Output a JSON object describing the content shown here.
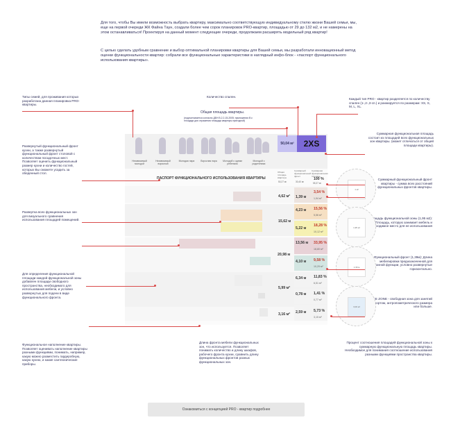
{
  "intro": {
    "p1": "Для того, чтобы Вы имели возможность выбрать квартиру, максимально соответствующую индивидуальному стилю жизни Вашей семьи, мы, еще на первой очереди ЖК Файна Таун, создали более чем сорок планировок PRO-квартир, площадью от 29 до 132 м2, и не намерены на этом останавливаться! Проектируя на данный момент следующие очереди, продолжаем расширять модельный ряд квартир!",
    "p2": "С целью сделать удобным сравнение и выбор оптимальной планировки квартиры для Вашей семьи, мы разработали инновационный метод оценки функциональности квартир: собрали все функциональные характеристики в наглядный инфо-блок - «паспорт функционального использования квартиры»."
  },
  "left_notes": [
    "Типы семей, для проживания которых разработана данная планировка PRO-квартиры.",
    "Развернутый функциональный фронт кухни, а также развернутый функциональный фронт столовой с количеством посадочных мест. Позволяет оценить функциональный размер кухни и количество гостей, которых Вы сможете усадить за обеденный стол.",
    "Развертка всех функциональных зон для визуального сравнения использования площадей помещений.",
    "Для определения функциональной площади каждой функциональной зоны добавлен площади свободного пространства, необходимого для использования мебели, и условно развернутых для подачи в виде функционального фронта.",
    "Функциональное наполнение квартиры. Позволяет оценивать наполнение квартиры разными функциями, понимать, например, какую можно разместить гардеробную, какую кухню, и какие сантехнические приборы."
  ],
  "top_notes": {
    "rooms": "Количество спален.",
    "total_area": "Общая площадь квартиры.",
    "total_area_sub": "(подсчитывается согласно ДБН В.2.2-15-2005; приложения В к площади для отражения площади квартиры пригодной)",
    "type": "Каждый тип PRO - квартир разделяется по количеству спален (1-,2-,3-сп.) и ранжируется по размерам: XS, S, M, L, XL.",
    "sum_area": "Суммарная функциональная площадь состоит из площадей всех функциональных зон квартиры. (может отличаться от общей площади квартиры)."
  },
  "right_notes": [
    "Суммарный функциональный фронт квартиры - сумма всех расстояний функциональных фронтов квартиры.",
    "Площадь функциональной зоны (1,95 м2): Площадь, которую занимает мебель и необходимое место для ее использования",
    "Функциональный фронт (1,39м): Длина мебелировки предназначенной для данной функции, условно развернутые горизонтально.",
    "FREE ZONE - свободная зона для занятий спортом, антропометрического размера или больше."
  ],
  "bottom_notes": {
    "front": "Длина фронта мебели функциональных зон, что используется. Позволяет понимать количество и длину шкафов, рабочего фронта кухни, сравнить длину функциональных фронтов разных функциональных зон.",
    "percent": "Процент соотношения площадей функциональной зоны к суммарную функциональную площадь квартиры. Необходимое для понимания соотношение использования разными функциями пространства квартиры."
  },
  "passport": {
    "area": "50,04 м²",
    "type": "2XS",
    "title": "ПАСПОРТ ФУНКЦИОНАЛЬНОГО ИСПОЛЬЗОВАНИЯ КВАРТИРЫ",
    "col_headers": [
      "Общая площадь квартиры",
      "Суммарный функциональный фронт",
      "Суммарная функциональная площадь"
    ],
    "header_vals": [
      "50,27 м²",
      "30,40 м²",
      "100 %",
      "55,37 м²"
    ],
    "families": [
      "Независимый молодой",
      "Независимый взрослый",
      "Молодая пара",
      "Взрослая пара",
      "Молодой с одним ребенком",
      "Молодой с родителями"
    ],
    "front_vals": [
      "4,62 м²",
      "15,62 м",
      "20,98 м",
      "5,99 м²",
      "3,16 м²"
    ],
    "rows": [
      {
        "front": "1,39 м",
        "pct": "3,54 %",
        "area": "1,94 м²",
        "color": "#ede4df"
      },
      {
        "front": "4,23 м",
        "pct": "15,56 %",
        "area": "5,56 м²",
        "color": "#f6e0c3"
      },
      {
        "front": "5,22 м",
        "pct": "18,28 %",
        "area": "10,12 м²",
        "color": "#f6f1b3"
      },
      {
        "front": "13,56 м",
        "pct": "33,95 %",
        "area": "18,80 м²",
        "color": "#e8d2d7"
      },
      {
        "front": "4,10 м",
        "pct": "9,58 %",
        "area": "10,29 м²",
        "color": "#d3e6e2"
      },
      {
        "front": "6,34 м",
        "pct": "11,83 %",
        "area": "6,51 м²",
        "color": "#f3f3f3"
      },
      {
        "front": "0,78 м",
        "pct": "1,41 %",
        "area": "0,77 м²",
        "color": "#f3f3f3"
      },
      {
        "front": "2,59 м",
        "pct": "5,73 %",
        "area": "3,15 м²",
        "color": "#f3f3f3"
      }
    ]
  },
  "circle_labels": [
    "1 м²",
    "1,95 м²",
    "1,39 м",
    "3,00 м²"
  ],
  "button": "Ознакомиться с концепцией PRO - квартир подробнее",
  "colors": {
    "accent": "#d94a4a",
    "type_bg": "#7b68d6",
    "area_bg": "#c6c2f2"
  }
}
